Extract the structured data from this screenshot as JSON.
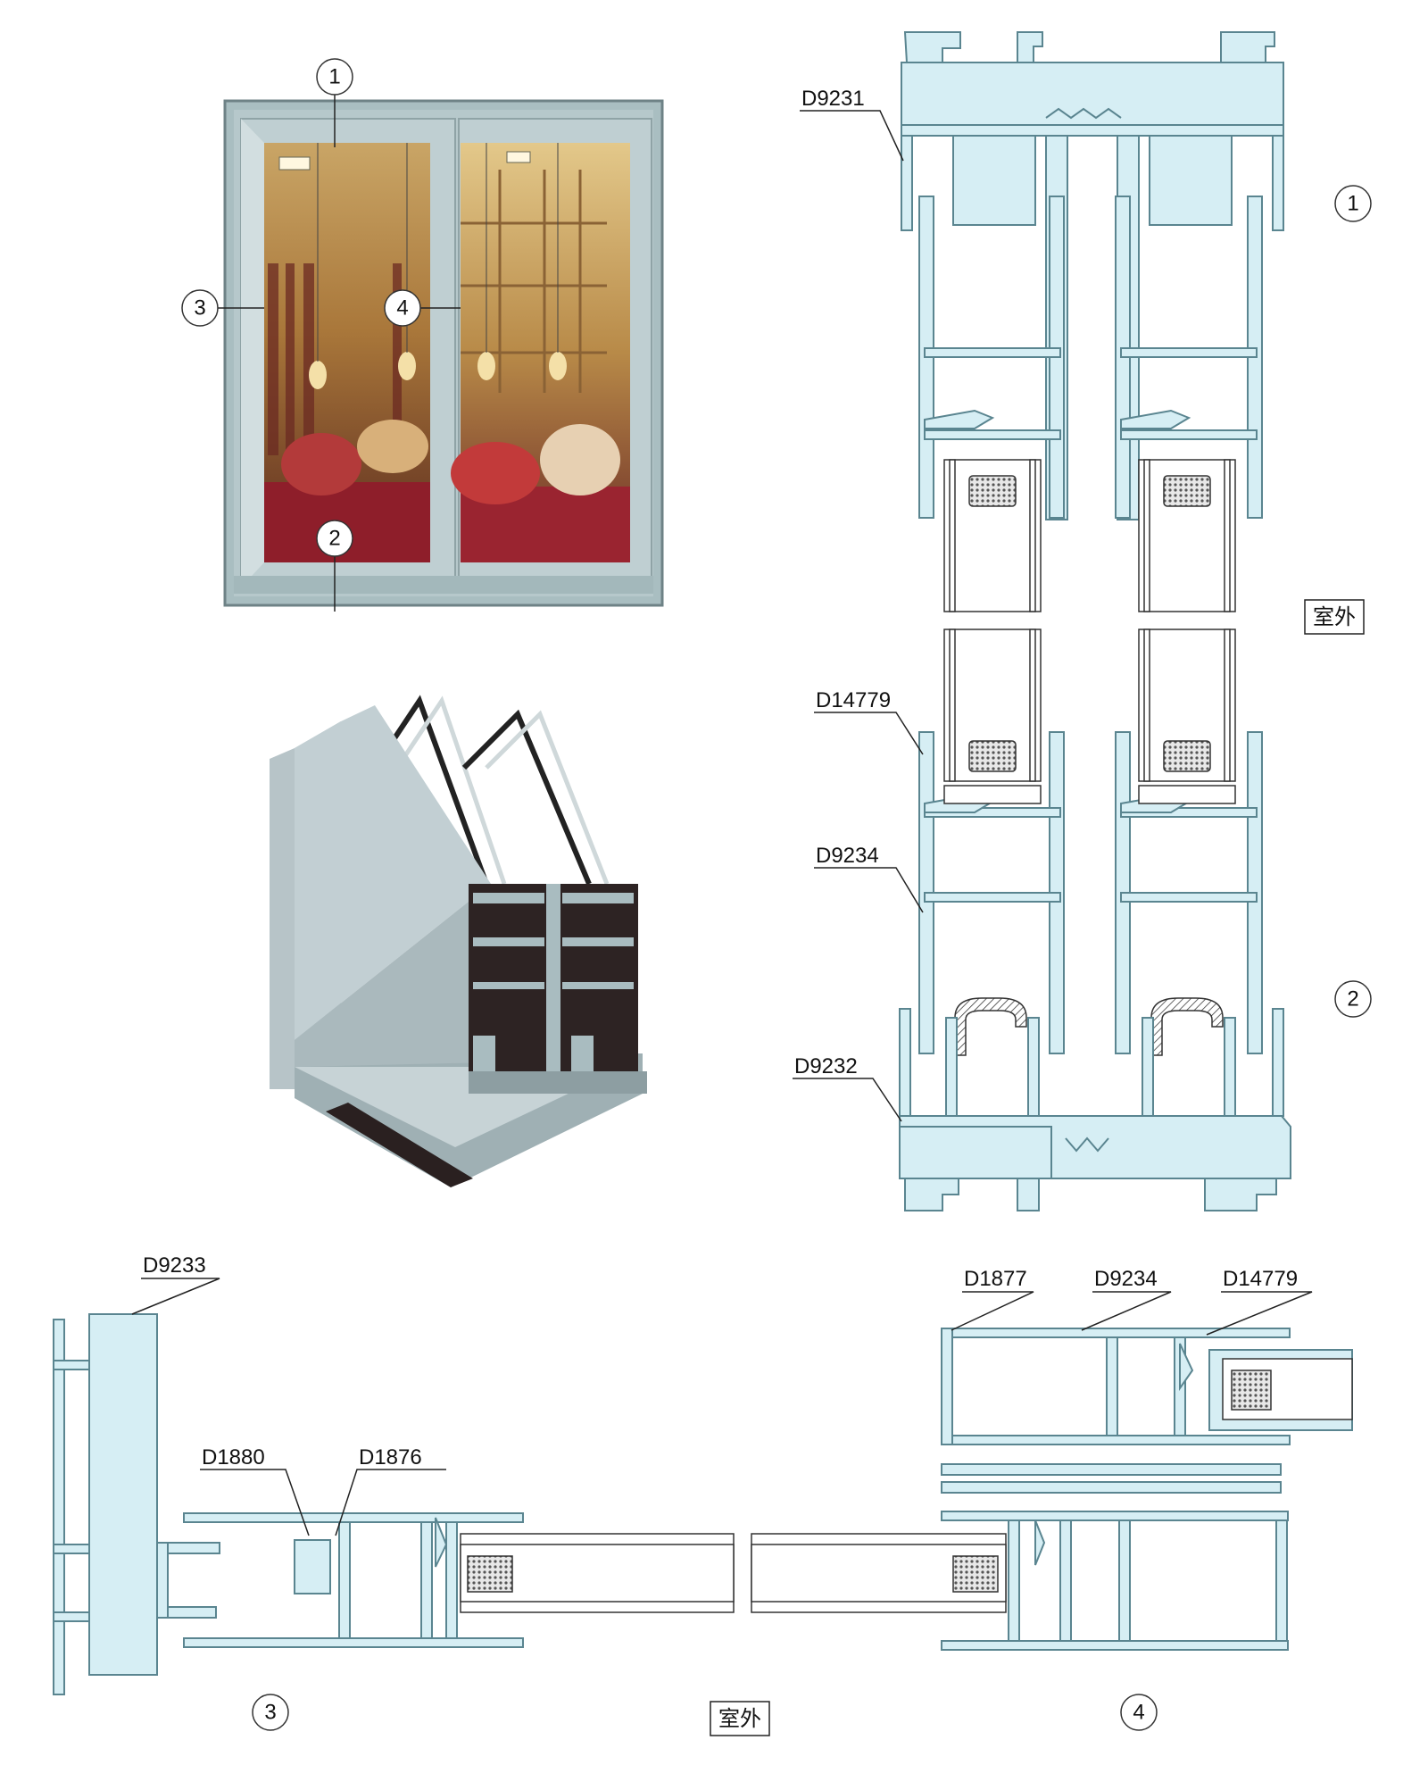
{
  "drawing": {
    "callouts_photo": [
      "1",
      "2",
      "3",
      "4"
    ],
    "section_vertical": {
      "labels": {
        "top_frame": "D9231",
        "interlock": "D14779",
        "sash": "D9234",
        "bottom_frame": "D9232"
      },
      "outdoor_label": "室外",
      "marker_top": "1",
      "marker_bottom": "2"
    },
    "section_horizontal_left": {
      "labels": {
        "side_frame": "D9233",
        "adaptor_a": "D1880",
        "adaptor_b": "D1876"
      },
      "marker": "3"
    },
    "section_horizontal_right": {
      "labels": {
        "part_a": "D1877",
        "part_b": "D9234",
        "part_c": "D14779"
      },
      "marker": "4"
    },
    "outdoor_label_bottom": "室外"
  },
  "colors": {
    "profile_fill": "#d6eef4",
    "profile_stroke": "#5a8590",
    "frame_photo": "#9fb6b9"
  },
  "icons": [
    "window-photo",
    "corner-cutaway-render"
  ]
}
